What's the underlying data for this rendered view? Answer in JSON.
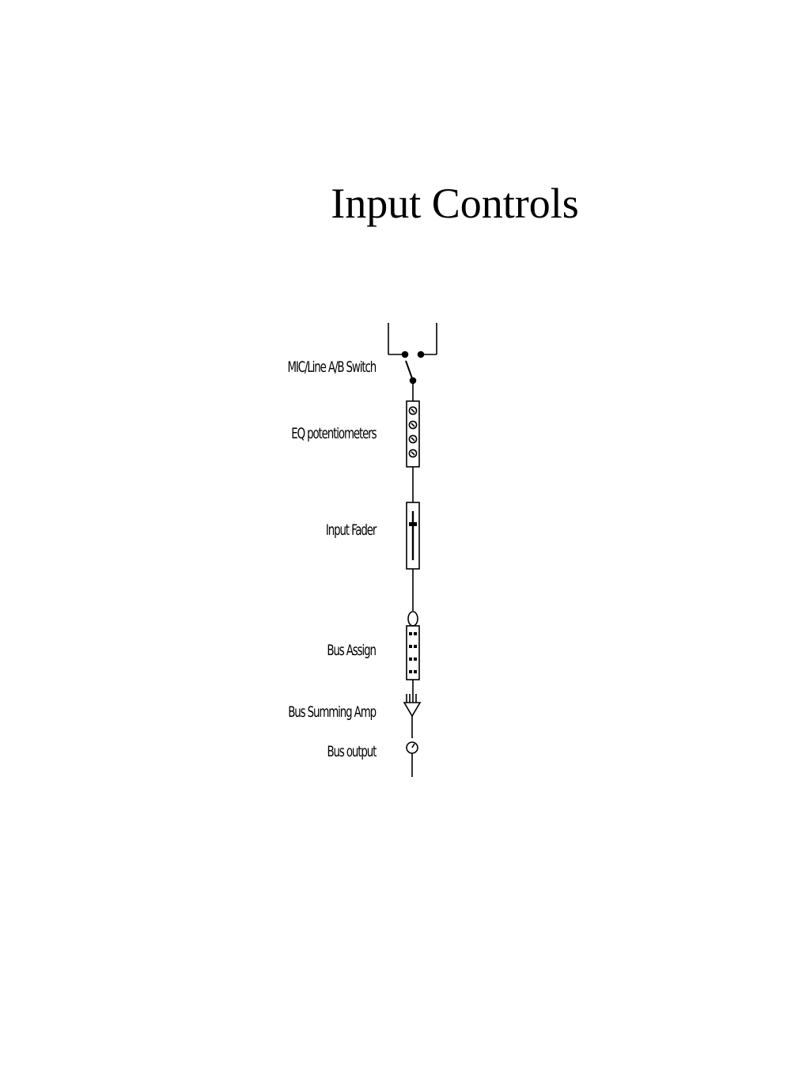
{
  "title": "Input Controls",
  "labels": {
    "mic_line_switch": "MIC/Line A/B Switch",
    "eq_potentiometers": "EQ potentiometers",
    "input_fader": "Input Fader",
    "bus_assign": "Bus Assign",
    "bus_summing_amp": "Bus Summing Amp",
    "bus_output": "Bus output"
  }
}
